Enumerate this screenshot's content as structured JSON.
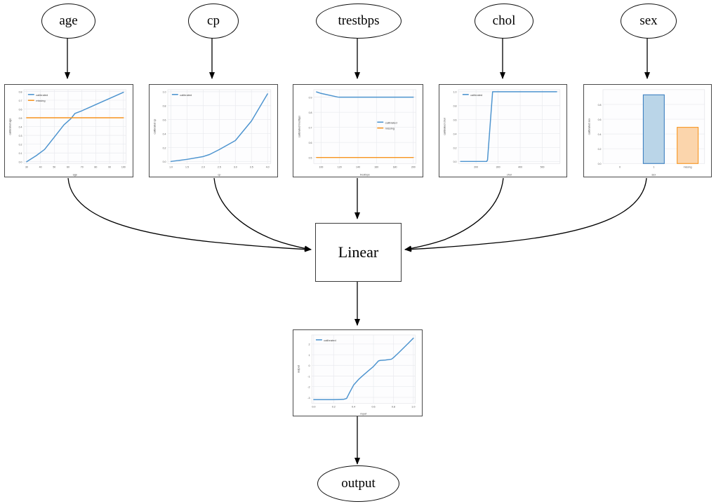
{
  "graph": {
    "input_nodes": [
      {
        "id": "age",
        "label": "age"
      },
      {
        "id": "cp",
        "label": "cp"
      },
      {
        "id": "trestbps",
        "label": "trestbps"
      },
      {
        "id": "chol",
        "label": "chol"
      },
      {
        "id": "sex",
        "label": "sex"
      }
    ],
    "linear_node": {
      "label": "Linear"
    },
    "output_node": {
      "label": "output"
    }
  },
  "colors": {
    "calibrated": "#4d94cf",
    "missing": "#f7941e",
    "bar_blue_fill": "#bad5e8",
    "bar_blue_edge": "#3a7ebf",
    "bar_orange_fill": "#fbd5ac",
    "bar_orange_edge": "#f7941e",
    "node_stroke": "#111111",
    "box_stroke": "#4a4a4a",
    "edge_stroke": "#000000"
  },
  "chart_data": [
    {
      "id": "age",
      "type": "line",
      "title": "",
      "xlabel": "age",
      "ylabel": "calibrated age",
      "xlim": [
        28,
        102
      ],
      "ylim": [
        -0.02,
        0.82
      ],
      "xticks": [
        30,
        40,
        50,
        60,
        70,
        80,
        90,
        100
      ],
      "yticks": [
        0.0,
        0.1,
        0.2,
        0.3,
        0.4,
        0.5,
        0.6,
        0.7,
        0.8
      ],
      "legend": [
        "calibrated",
        "missing"
      ],
      "legend_position": "upper left",
      "series": [
        {
          "name": "calibrated",
          "color": "#4d94cf",
          "x": [
            30,
            37,
            43,
            50,
            57,
            62,
            65,
            70,
            80,
            90,
            100
          ],
          "y": [
            0.0,
            0.07,
            0.14,
            0.28,
            0.42,
            0.49,
            0.55,
            0.58,
            0.65,
            0.72,
            0.79
          ]
        },
        {
          "name": "missing",
          "color": "#f7941e",
          "x": [
            30,
            100
          ],
          "y": [
            0.5,
            0.5
          ]
        }
      ]
    },
    {
      "id": "cp",
      "type": "line",
      "title": "",
      "xlabel": "cp",
      "ylabel": "calibrated cp",
      "xlim": [
        0.9,
        4.1
      ],
      "ylim": [
        -0.03,
        1.03
      ],
      "xticks": [
        1.0,
        1.5,
        2.0,
        2.5,
        3.0,
        3.5,
        4.0
      ],
      "yticks": [
        0.0,
        0.2,
        0.4,
        0.6,
        0.8,
        1.0
      ],
      "legend": [
        "calibrated"
      ],
      "legend_position": "upper left",
      "series": [
        {
          "name": "calibrated",
          "color": "#4d94cf",
          "x": [
            1.0,
            1.5,
            2.0,
            2.2,
            2.5,
            3.0,
            3.5,
            4.0
          ],
          "y": [
            0.0,
            0.03,
            0.07,
            0.1,
            0.17,
            0.3,
            0.58,
            0.97
          ]
        }
      ]
    },
    {
      "id": "trestbps",
      "type": "line",
      "title": "",
      "xlabel": "trestbps",
      "ylabel": "calibrated trestbps",
      "xlim": [
        92,
        203
      ],
      "ylim": [
        0.46,
        0.95
      ],
      "xticks": [
        100,
        120,
        140,
        160,
        180,
        200
      ],
      "yticks": [
        0.5,
        0.6,
        0.7,
        0.8,
        0.9
      ],
      "legend": [
        "calibrated",
        "missing"
      ],
      "legend_position": "center right",
      "series": [
        {
          "name": "calibrated",
          "color": "#4d94cf",
          "x": [
            95,
            100,
            118,
            120,
            140,
            160,
            180,
            200
          ],
          "y": [
            0.935,
            0.925,
            0.901,
            0.9,
            0.9,
            0.9,
            0.9,
            0.9
          ]
        },
        {
          "name": "missing",
          "color": "#f7941e",
          "x": [
            95,
            200
          ],
          "y": [
            0.5,
            0.5
          ]
        }
      ]
    },
    {
      "id": "chol",
      "type": "line",
      "title": "",
      "xlabel": "chol",
      "ylabel": "calibrated chol",
      "xlim": [
        120,
        580
      ],
      "ylim": [
        -0.03,
        1.03
      ],
      "xticks": [
        200,
        300,
        400,
        500
      ],
      "yticks": [
        0.0,
        0.2,
        0.4,
        0.6,
        0.8,
        1.0
      ],
      "legend": [
        "calibrated"
      ],
      "legend_position": "upper left",
      "series": [
        {
          "name": "calibrated",
          "color": "#4d94cf",
          "x": [
            130,
            200,
            248,
            252,
            275,
            280,
            400,
            500,
            565
          ],
          "y": [
            0.0,
            0.0,
            0.0,
            0.02,
            1.0,
            1.0,
            1.0,
            1.0,
            1.0
          ]
        }
      ]
    },
    {
      "id": "sex",
      "type": "bar",
      "title": "",
      "xlabel": "sex",
      "ylabel": "calibrated sex",
      "categories": [
        "0",
        "1",
        "missing"
      ],
      "values": [
        0.0,
        0.93,
        0.49
      ],
      "ylim": [
        0.0,
        1.0
      ],
      "yticks": [
        0.0,
        0.2,
        0.4,
        0.6,
        0.8
      ],
      "bar_colors": [
        "#bad5e8",
        "#bad5e8",
        "#fbd5ac"
      ],
      "bar_edge_colors": [
        "#3a7ebf",
        "#3a7ebf",
        "#f7941e"
      ],
      "legend": [],
      "legend_position": "none"
    },
    {
      "id": "output",
      "type": "line",
      "title": "",
      "xlabel": "input",
      "ylabel": "output",
      "xlim": [
        -0.02,
        1.02
      ],
      "ylim": [
        -3.55,
        2.85
      ],
      "xticks": [
        0.0,
        0.2,
        0.4,
        0.6,
        0.8,
        1.0
      ],
      "yticks": [
        -3,
        -2,
        -1,
        0,
        1,
        2
      ],
      "legend": [
        "calibrated"
      ],
      "legend_position": "upper left",
      "series": [
        {
          "name": "calibrated",
          "color": "#4d94cf",
          "x": [
            0.0,
            0.1,
            0.2,
            0.3,
            0.33,
            0.36,
            0.4,
            0.45,
            0.5,
            0.55,
            0.6,
            0.65,
            0.67,
            0.72,
            0.78,
            0.8,
            0.85,
            0.9,
            0.95,
            1.0
          ],
          "y": [
            -3.2,
            -3.2,
            -3.2,
            -3.18,
            -3.1,
            -2.55,
            -1.85,
            -1.32,
            -0.9,
            -0.5,
            -0.1,
            0.42,
            0.47,
            0.5,
            0.58,
            0.72,
            1.16,
            1.62,
            2.08,
            2.55
          ]
        }
      ]
    }
  ]
}
